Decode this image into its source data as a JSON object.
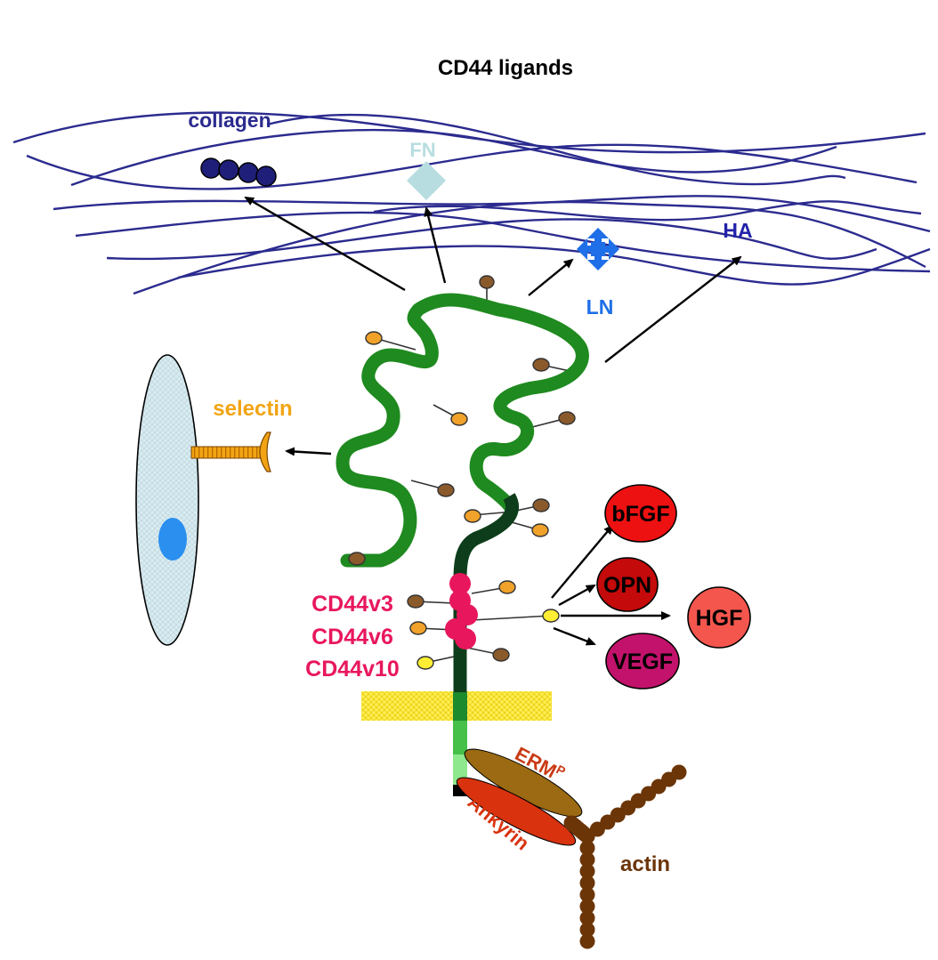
{
  "title": "CD44 ligands",
  "ligands": {
    "collagen": "collagen",
    "fn": "FN",
    "ln": "LN",
    "ha": "HA",
    "selectin": "selectin"
  },
  "variants": [
    "CD44v3",
    "CD44v6",
    "CD44v10"
  ],
  "growth_factors": {
    "bfgf": "bFGF",
    "opn": "OPN",
    "hgf": "HGF",
    "vegf": "VEGF"
  },
  "cytoskeleton": {
    "erm": "ERM",
    "erm_sup": "P",
    "ankyrin": "Ankyrin",
    "actin": "actin"
  },
  "colors": {
    "fiber": "#2b2b8f",
    "collagen": "#1f1f7a",
    "fn": "#b8dde0",
    "ln": "#1e6fe8",
    "ha": "#2222aa",
    "cd44_ecto": "#1f8a1f",
    "cd44_stem": "#0d3d1a",
    "cd44_tail": "#7be07b",
    "variant": "#e8175d",
    "selectin": "#f2a413",
    "cell": "#d9ecf2",
    "nucleus": "#2b8ff0",
    "membrane": "#ffe94d",
    "bfgf": "#ee1111",
    "opn": "#c40a0a",
    "hgf": "#f4564e",
    "vegf": "#c2126b",
    "erm": "#9b6a12",
    "ankyrin": "#d8320f",
    "actin": "#6b3508"
  }
}
